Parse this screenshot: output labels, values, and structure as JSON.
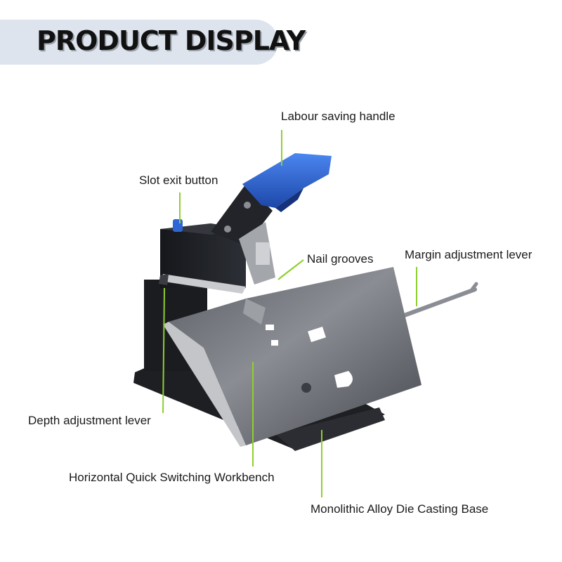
{
  "banner": {
    "title": "PRODUCT DISPLAY"
  },
  "callouts": {
    "labour_saving_handle": "Labour saving handle",
    "slot_exit_button": "Slot exit button",
    "nail_grooves": "Nail grooves",
    "margin_adjustment_lever": "Margin adjustment lever",
    "depth_adjustment_lever": "Depth adjustment lever",
    "workbench": "Horizontal Quick Switching Workbench",
    "base": "Monolithic Alloy Die Casting Base"
  },
  "colors": {
    "banner_bg": "#dde4ee",
    "leader_line": "#8fcf2f",
    "handle_blue": "#2f66d6",
    "body_dark": "#1f2126",
    "plate_steel": "#6e7178"
  }
}
